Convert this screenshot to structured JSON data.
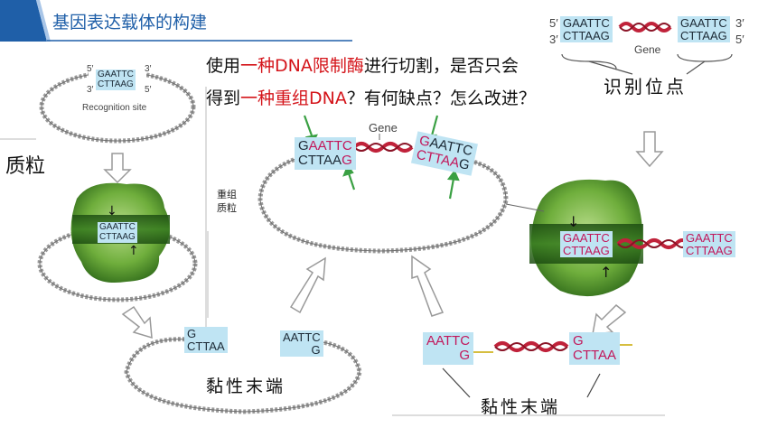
{
  "header": {
    "title": "基因表达载体的构建",
    "accent_color": "#1f5fa8"
  },
  "question": {
    "line1_pre": "使用",
    "line1_red1": "一种DNA限制酶",
    "line1_post": "进行切割，是否只会",
    "line2_pre": "得到",
    "line2_red": "一种重组DNA",
    "line2_post": "？有何缺点？怎么改进？"
  },
  "labels": {
    "plasmid": "质粒",
    "recognition_site": "识别位点",
    "sticky_ends_1": "黏性末端",
    "sticky_ends_2": "黏性末端",
    "recombinant_plasmid_1": "重组",
    "recombinant_plasmid_2": "质粒",
    "recognition_site_en": "Recognition site",
    "gene_top": "Gene",
    "gene_center": "Gene"
  },
  "sequences": {
    "top_left_prime_5": "5′",
    "top_left_prime_3": "3′",
    "top_right_prime_3": "3′",
    "top_right_prime_5": "5′",
    "site_top": "GAATTC",
    "site_bottom": "CTTAAG",
    "plasmid_p5": "5′",
    "plasmid_p3a": "3′",
    "plasmid_p3b": "3′",
    "plasmid_p5b": "5′",
    "plasmid_top": "GAATTC",
    "plasmid_bottom": "CTTAAG",
    "enzyme_left_top": "GAATTC",
    "enzyme_left_bottom": "CTTAAG",
    "enzyme_right_top1": "GAATTC",
    "enzyme_right_bottom1": "CTTAAG",
    "enzyme_right_top2": "GAATTC",
    "enzyme_right_bottom2": "CTTAAG",
    "recomb_left_a": "G",
    "recomb_left_b": "AATTC",
    "recomb_left_c": "CTTAA",
    "recomb_left_d": "G",
    "recomb_right_a": "G",
    "recomb_right_b": "AATTC",
    "recomb_right_c": "CTTAA",
    "recomb_right_d": "G",
    "sticky1_a": "G",
    "sticky1_b": "CTTAA",
    "sticky1_c": "AATTC",
    "sticky1_d": "G",
    "fragment_a": "AATTC",
    "fragment_b": "G",
    "fragment_c": "G",
    "fragment_d": "CTTAA"
  },
  "colors": {
    "dna_gray": "#9a9a9a",
    "gene_red": "#c0223a",
    "seq_box": "#bfe4f3",
    "enzyme_green": "#5f9e2f",
    "arrow_green": "#3aa043",
    "highlight_red": "#d4141a"
  }
}
